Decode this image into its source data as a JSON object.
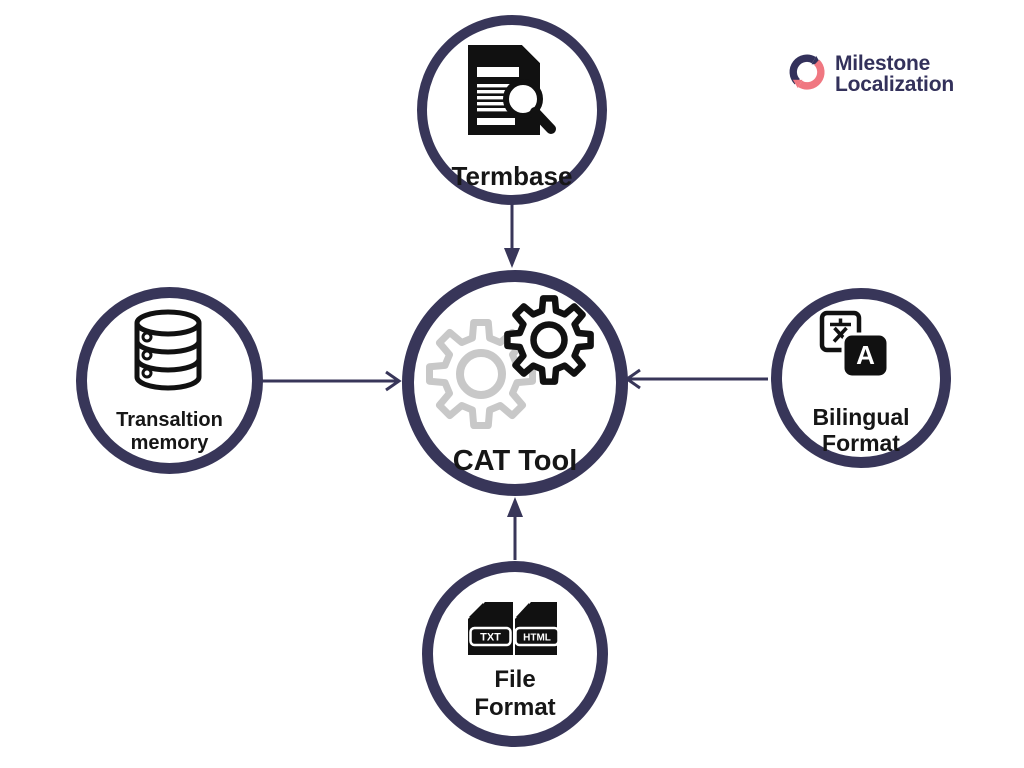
{
  "logo": {
    "line1": "Milestone",
    "line2": "Localization"
  },
  "nodes": {
    "center": {
      "label": "CAT Tool"
    },
    "top": {
      "label": "Termbase"
    },
    "left": {
      "line1": "Transaltion",
      "line2": "memory"
    },
    "right": {
      "line1": "Bilingual",
      "line2": "Format",
      "a_char": "A"
    },
    "bottom": {
      "line1": "File",
      "line2": "Format",
      "badge1": "TXT",
      "badge2": "HTML"
    }
  },
  "icons": {
    "center": "gears-icon",
    "top": "document-search-icon",
    "left": "database-icon",
    "right": "translate-icon",
    "bottom": "file-formats-icon",
    "logo": "cycle-arrows-icon"
  },
  "colors": {
    "navy": "#383659",
    "logo_navy": "#33315b",
    "coral": "#f07781",
    "gear_gray": "#c8c8c8",
    "icon_black": "#111111",
    "label_black": "#161616"
  }
}
